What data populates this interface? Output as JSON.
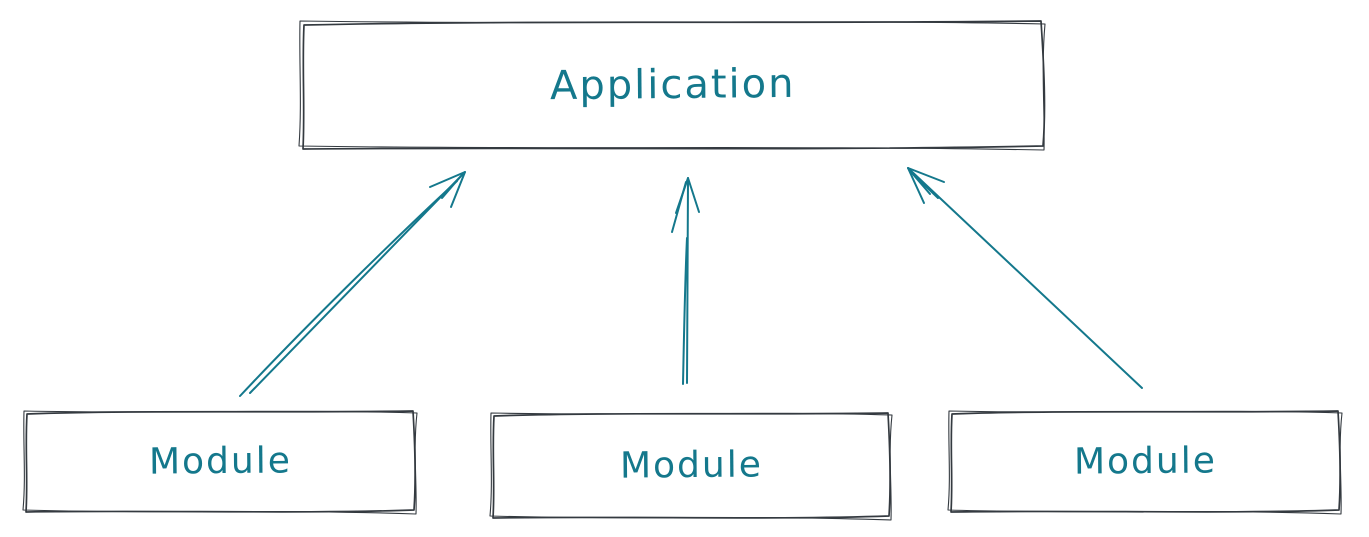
{
  "diagram": {
    "type": "flowchart",
    "direction": "bottom-up",
    "nodes": [
      {
        "id": "application",
        "label": "Application"
      },
      {
        "id": "module-left",
        "label": "Module"
      },
      {
        "id": "module-center",
        "label": "Module"
      },
      {
        "id": "module-right",
        "label": "Module"
      }
    ],
    "edges": [
      {
        "from": "module-left",
        "to": "application"
      },
      {
        "from": "module-center",
        "to": "application"
      },
      {
        "from": "module-right",
        "to": "application"
      }
    ],
    "colors": {
      "accent": "#14788c",
      "outline": "#343a40",
      "background": "#ffffff"
    }
  }
}
